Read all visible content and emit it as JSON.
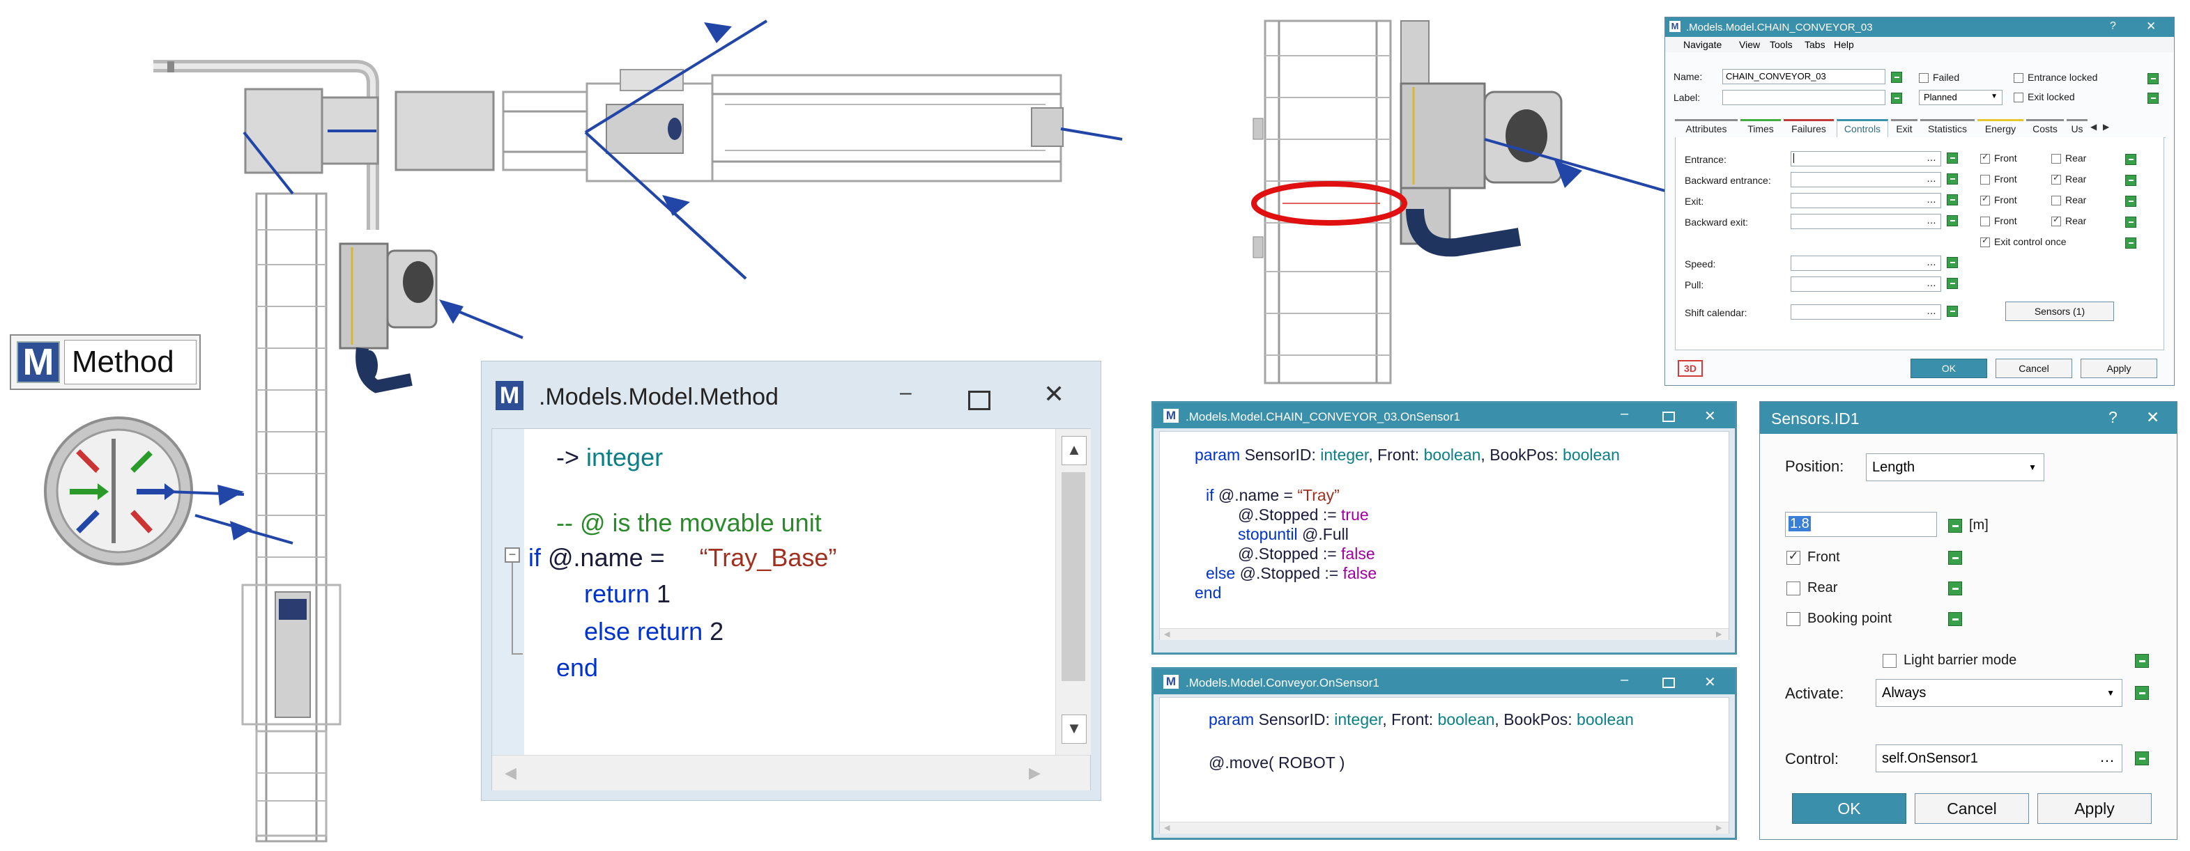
{
  "method_badge": {
    "label": "Method"
  },
  "method_window": {
    "title": ".Models.Model.Method",
    "lines": {
      "l1_arrow": "-> ",
      "l1_type": "integer",
      "l2_comment": "-- @ is the movable unit",
      "l3_if": "if",
      "l3_expr": " @.name =  ",
      "l3_str": "“Tray_Base”",
      "l4_return": "return",
      "l4_val": " 1",
      "l5_else": "else return",
      "l5_val": " 2",
      "l6_end": "end"
    }
  },
  "onsensor1_window": {
    "title": ".Models.Model.CHAIN_CONVEYOR_03.OnSensor1",
    "param_kw": "param",
    "p1": " SensorID: ",
    "p1_type": "integer",
    "p2": ", Front: ",
    "p2_type": "boolean",
    "p3": ", BookPos: ",
    "p3_type": "boolean",
    "if_kw": "if",
    "if_expr": " @.name = ",
    "if_str": "“Tray”",
    "stop_expr": "@.Stopped := ",
    "stop_true": "true",
    "stopuntil_kw": "stopuntil",
    "stopuntil_expr": " @.Full",
    "stop2_expr": "@.Stopped := ",
    "stop2_false": "false",
    "else_kw": "else",
    "else_expr": " @.Stopped := ",
    "else_false": "false",
    "end_kw": "end"
  },
  "conveyor_window": {
    "title": ".Models.Model.Conveyor.OnSensor1",
    "param_kw": "param",
    "p1": " SensorID: ",
    "p1_type": "integer",
    "p2": ", Front: ",
    "p2_type": "boolean",
    "p3": ", BookPos: ",
    "p3_type": "boolean",
    "move": "@.move( ROBOT )"
  },
  "chain_dialog": {
    "title": ".Models.Model.CHAIN_CONVEYOR_03",
    "menu": [
      "Navigate",
      "View",
      "Tools",
      "Tabs",
      "Help"
    ],
    "name_label": "Name:",
    "name_value": "CHAIN_CONVEYOR_03",
    "label_label": "Label:",
    "failed": "Failed",
    "planned": "Planned",
    "entrance_locked": "Entrance locked",
    "exit_locked": "Exit locked",
    "tabs": [
      "Attributes",
      "Times",
      "Failures",
      "Controls",
      "Exit",
      "Statistics",
      "Energy",
      "Costs",
      "Us"
    ],
    "tab_colors": [
      "#8c8c8c",
      "#3fae3f",
      "#c23b3b",
      "#3a8fab",
      "#8c8c8c",
      "#8c8c8c",
      "#e6c62b",
      "#8c8c8c",
      "#8c8c8c"
    ],
    "entrance": "Entrance:",
    "backward_entrance": "Backward entrance:",
    "exit": "Exit:",
    "backward_exit": "Backward exit:",
    "front": "Front",
    "rear": "Rear",
    "exit_control_once": "Exit control once",
    "speed": "Speed:",
    "pull": "Pull:",
    "shift_calendar": "Shift calendar:",
    "sensors_btn": "Sensors (1)",
    "badge_3d": "3D",
    "ok": "OK",
    "cancel": "Cancel",
    "apply": "Apply"
  },
  "sensors_dialog": {
    "title": "Sensors.ID1",
    "help": "?",
    "close": "✕",
    "position_label": "Position:",
    "position_value": "Length",
    "length_value": "1.8",
    "unit": "[m]",
    "front": "Front",
    "rear": "Rear",
    "booking_point": "Booking point",
    "light_barrier": "Light barrier mode",
    "activate_label": "Activate:",
    "activate_value": "Always",
    "control_label": "Control:",
    "control_value": "self.OnSensor1",
    "ok": "OK",
    "cancel": "Cancel",
    "apply": "Apply"
  }
}
